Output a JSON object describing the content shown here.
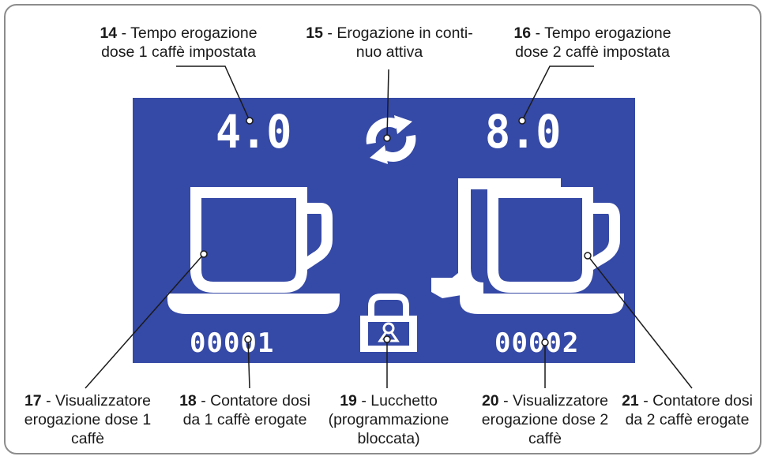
{
  "display": {
    "time_single": "4.0",
    "time_double": "8.0",
    "counter_single": "00001",
    "counter_double": "00002"
  },
  "callouts": [
    {
      "num": "14",
      "lines": [
        "- Tempo erogazione",
        "dose 1 caffè impostata"
      ]
    },
    {
      "num": "15",
      "lines": [
        "- Erogazione in conti-",
        "nuo attiva"
      ]
    },
    {
      "num": "16",
      "lines": [
        "- Tempo erogazione",
        "dose 2 caffè impostata"
      ]
    },
    {
      "num": "17",
      "lines": [
        "- Visualizzatore",
        "erogazione dose 1",
        "caffè"
      ]
    },
    {
      "num": "18",
      "lines": [
        "- Contatore dosi",
        "da 1 caffè erogate"
      ]
    },
    {
      "num": "19",
      "lines": [
        "- Lucchetto",
        "(programmazione",
        "bloccata)"
      ]
    },
    {
      "num": "20",
      "lines": [
        "- Visualizzatore",
        "erogazione dose 2",
        "caffè"
      ]
    },
    {
      "num": "21",
      "lines": [
        "- Contatore dosi",
        "da 2 caffè erogate"
      ]
    }
  ],
  "icons": [
    "continuous-dispense-icon",
    "single-cup-icon",
    "double-cup-icon",
    "padlock-icon"
  ],
  "colors": {
    "screen": "#3549a6",
    "glyph": "#ffffff",
    "leader": "#1a1a1a",
    "frame": "#8c8c8c"
  }
}
